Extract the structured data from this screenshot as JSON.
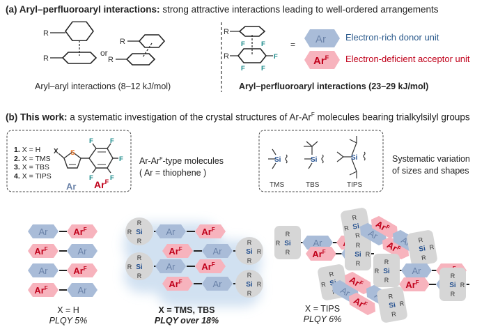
{
  "panel_a": {
    "header_bold": "(a) Aryl–perfluoroaryl interactions:",
    "header_rest": " strong attractive interactions leading to well-ordered arrangements",
    "or_label": "or",
    "aryl_aryl_caption": "Aryl–aryl interactions (8–12 kJ/mol)",
    "aryl_perfluoro_caption": "Aryl–perfluoroaryl interactions (23–29 kJ/mol)",
    "equals": "=",
    "legend": [
      {
        "symbol": "Ar",
        "superscript": "",
        "label": "Electron-rich donor unit",
        "color": "#2b5a8c",
        "fill": "#a9bcd8"
      },
      {
        "symbol": "Ar",
        "superscript": "F",
        "label": "Electron-deficient acceptor unit",
        "color": "#c0001a",
        "fill": "#f7b3bd"
      }
    ],
    "substituent_R": "R",
    "fluorine": "F"
  },
  "panel_b": {
    "header_bold": "(b) This work:",
    "header_rest": " a systematic investigation of the crystal structures of Ar-Ar",
    "header_sup": "F",
    "header_tail": " molecules bearing trialkylsilyl groups",
    "compounds": [
      {
        "num": "1.",
        "text": "X = H"
      },
      {
        "num": "2.",
        "text": "X = TMS"
      },
      {
        "num": "3.",
        "text": "X = TBS"
      },
      {
        "num": "4.",
        "text": "X = TIPS"
      }
    ],
    "x_label": "X",
    "s_label": "S",
    "ar_label": "Ar",
    "arf_label": "Ar",
    "arf_sup": "F",
    "molecule_desc_line1_pre": "Ar-Ar",
    "molecule_desc_sup": "F",
    "molecule_desc_line1_post": "-type molecules",
    "molecule_desc_line2": "( Ar = thiophene )",
    "silyl_groups": [
      "TMS",
      "TBS",
      "TIPS"
    ],
    "si_label": "Si",
    "variation_line1": "Systematic variation",
    "variation_line2": "of sizes and shapes",
    "packings": [
      {
        "x": "X = H",
        "plqy": "PLQY 5%",
        "bold": false
      },
      {
        "x": "X = TMS, TBS",
        "plqy": "PLQY over 18%",
        "bold": true
      },
      {
        "x": "X = TIPS",
        "plqy": "PLQY 6%",
        "bold": false
      }
    ]
  },
  "colors": {
    "donor": "#a9bcd8",
    "donor_text": "#6a82a8",
    "acceptor": "#f7b3bd",
    "acceptor_text": "#c0001a",
    "silyl_bg": "#d6d6d6",
    "glow": "#c9dcef",
    "fluorine": "#1a8a8a",
    "sulfur": "#e8762a",
    "si": "#234f8f"
  }
}
